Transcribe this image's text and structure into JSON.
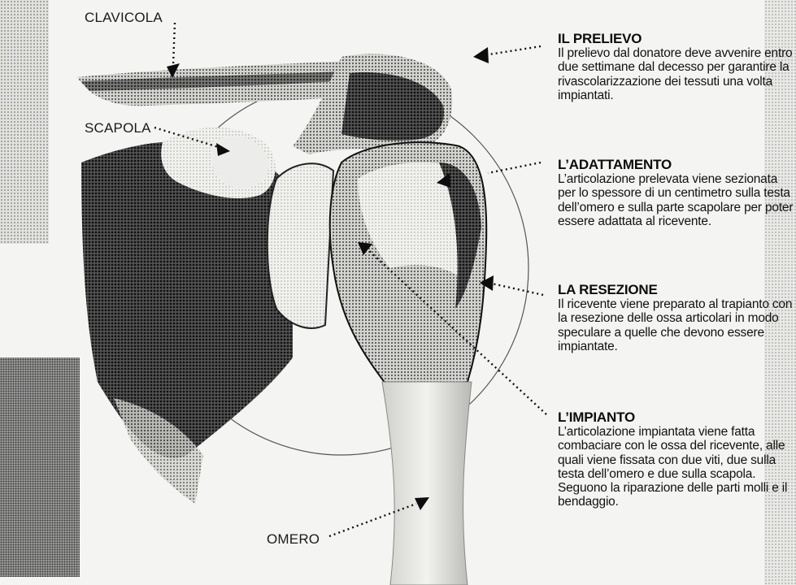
{
  "labels": {
    "clavicola": "CLAVICOLA",
    "scapola": "SCAPOLA",
    "omero": "OMERO"
  },
  "sections": [
    {
      "title": "IL PRELIEVO",
      "text": "Il prelievo dal donatore deve avvenire entro due settimane dal decesso per garantire la rivascolarizzazione dei tessuti una volta impiantati."
    },
    {
      "title": "L’ADATTAMENTO",
      "text": "L’articolazione prelevata viene sezionata per lo spessore di un centimetro sulla testa dell’omero e sulla parte scapolare per poter essere adattata al ricevente."
    },
    {
      "title": "LA RESEZIONE",
      "text": "Il ricevente viene preparato al trapianto con la resezione delle ossa articolari in modo speculare a quelle che devono essere impiantate."
    },
    {
      "title": "L’IMPIANTO",
      "text": "L’articolazione impiantata viene fatta combaciare con le ossa del ricevente, alle quali viene fissata con due viti, due sulla testa dell’omero e due sulla scapola. Seguono la riparazione delle parti molli e il bendaggio."
    }
  ],
  "colors": {
    "background": "#f4f4f2",
    "bone_light": "#e6e6e2",
    "bone_mid": "#9a9a98",
    "bone_dark": "#2a2a2a",
    "text": "#111111"
  }
}
